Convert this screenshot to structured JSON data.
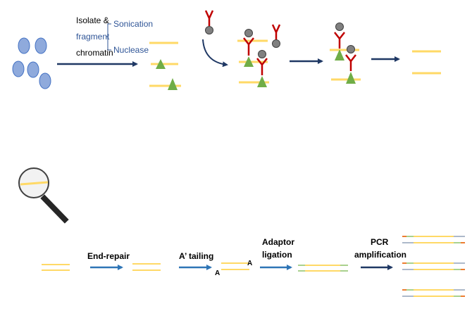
{
  "step1": {
    "line1": "Isolate &",
    "line2": "fragment",
    "line3": "chromatin",
    "option_top": "Sonication",
    "option_bottom": "Nuclease"
  },
  "library": {
    "end_repair": "End-repair",
    "a_tailing": "A’ tailing",
    "a_left": "A",
    "a_right": "A",
    "adaptor_line1": "Adaptor",
    "adaptor_line2": "ligation",
    "pcr_line1": "PCR",
    "pcr_line2": "amplification"
  },
  "colors": {
    "cell": "#8faadc",
    "cell_border": "#4472c4",
    "arrow_dark": "#1f3864",
    "arrow_light": "#2e75b6",
    "dna": "#ffd966",
    "histone_mark": "#70ad47",
    "antibody": "#c00000",
    "bead": "#808080",
    "adaptor_green": "#a9d18e",
    "adaptor_gray": "#adb9ca",
    "adaptor_orange": "#ed7d31"
  }
}
